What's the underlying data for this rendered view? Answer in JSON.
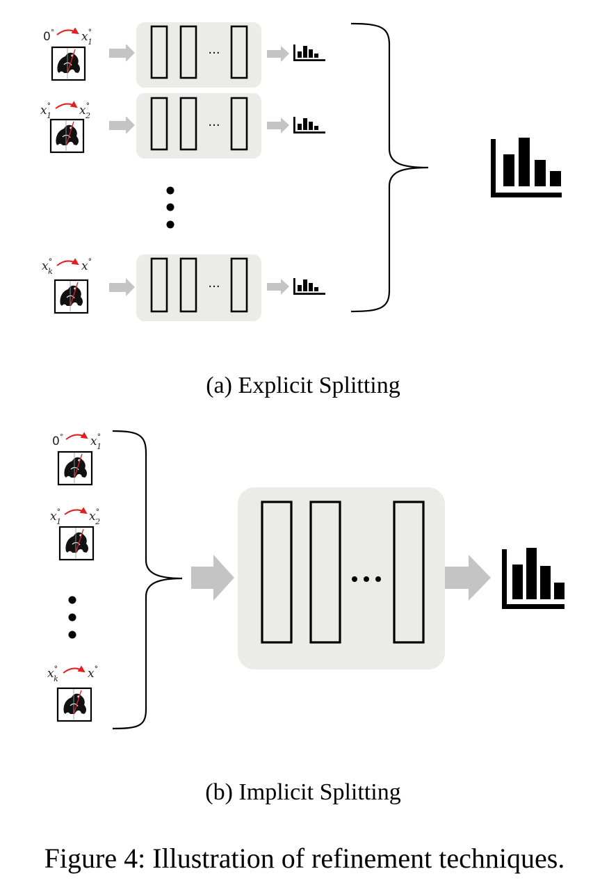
{
  "panel_a": {
    "caption": "(a) Explicit Splitting",
    "rows": [
      {
        "from": "0",
        "from_sub": "",
        "to": "x",
        "to_sub": "1"
      },
      {
        "from": "x",
        "from_sub": "1",
        "to": "x",
        "to_sub": "2"
      },
      {
        "from": "x",
        "from_sub": "k",
        "to": "x",
        "to_sub": ""
      }
    ]
  },
  "panel_b": {
    "caption": "(b) Implicit Splitting",
    "rows": [
      {
        "from": "0",
        "from_sub": "",
        "to": "x",
        "to_sub": "1"
      },
      {
        "from": "x",
        "from_sub": "1",
        "to": "x",
        "to_sub": "2"
      },
      {
        "from": "x",
        "from_sub": "k",
        "to": "x",
        "to_sub": ""
      }
    ]
  },
  "figure_caption": "Figure 4: Illustration of refinement techniques.",
  "colors": {
    "rotation_arrow": "#e02020",
    "model_box": "#ebebe8",
    "flow_arrow": "#c4c4c4",
    "ink": "#000000"
  },
  "icons": [
    "frog-thumbnail-icon",
    "rotation-arrow-icon",
    "histogram-icon",
    "flow-arrow-icon",
    "curly-brace-icon"
  ]
}
